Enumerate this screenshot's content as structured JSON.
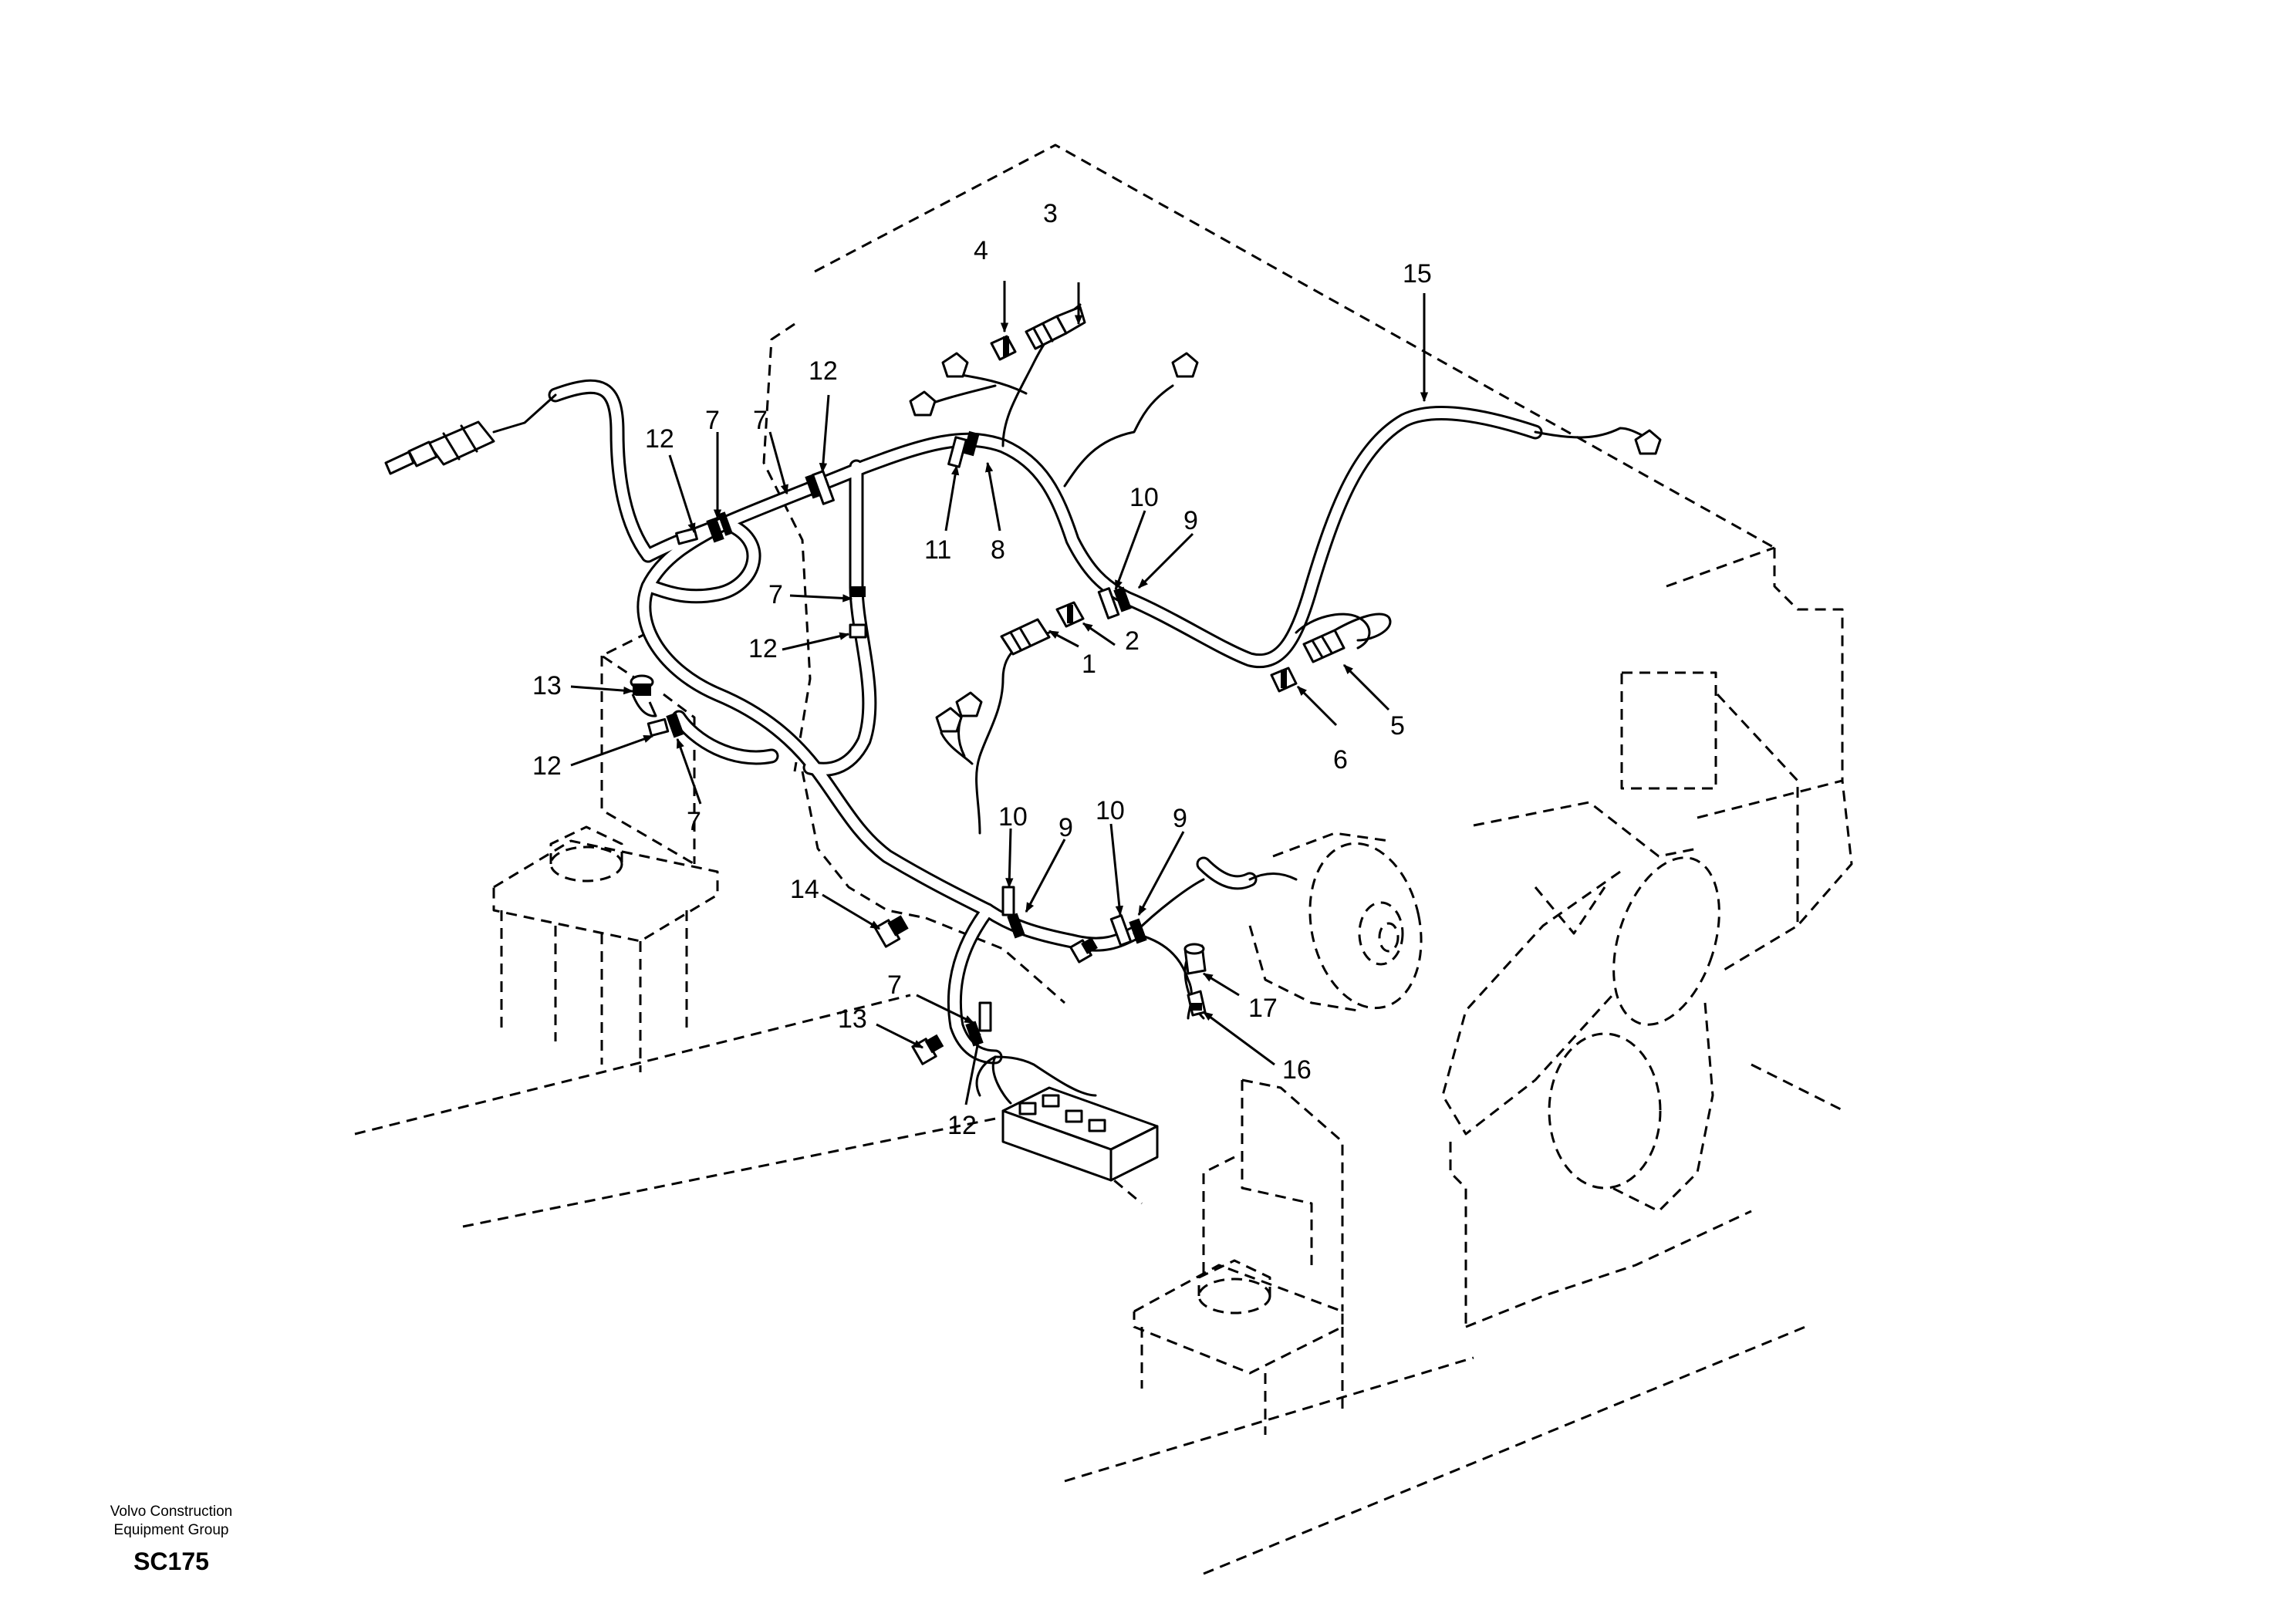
{
  "callouts": [
    "1",
    "2",
    "3",
    "4",
    "5",
    "6",
    "7",
    "8",
    "9",
    "10",
    "11",
    "12",
    "13",
    "14",
    "15",
    "16",
    "17"
  ],
  "footer": {
    "org_line1": "Volvo Construction",
    "org_line2": "Equipment Group",
    "code": "SC175"
  }
}
